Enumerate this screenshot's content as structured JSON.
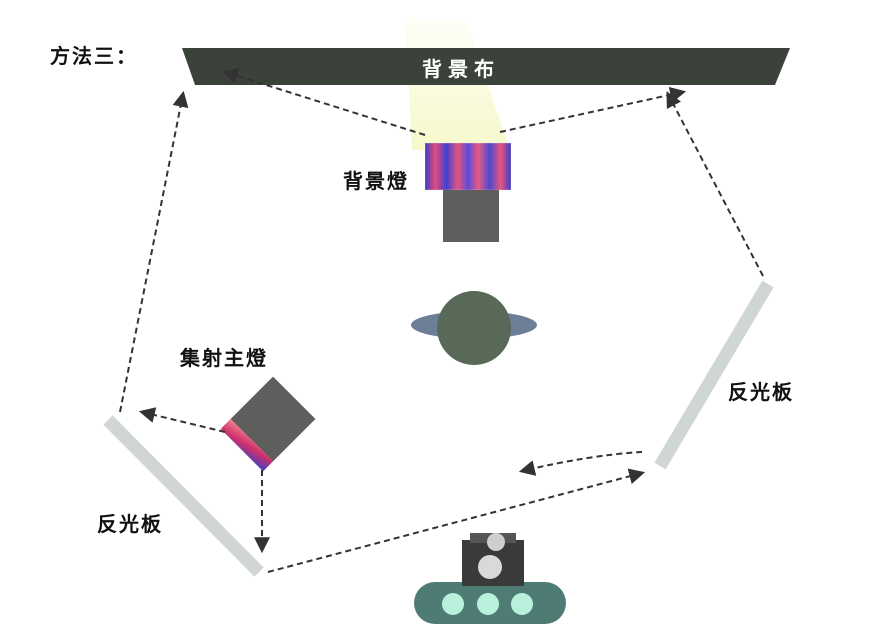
{
  "title": "方法三：",
  "labels": {
    "backdrop": "背景布",
    "background_light": "背景燈",
    "key_light": "集射主燈",
    "reflector_right": "反光板",
    "reflector_left": "反光板"
  },
  "colors": {
    "backdrop": "#3b4239",
    "subject": "#586a57",
    "subject_ring": "#6d7f97",
    "light_body": "#5e5f5c",
    "reflector": "#cfd6d4",
    "camera_base": "#4e7b73",
    "camera_lens": "#b8f0dc",
    "beam": "#f4f7c4",
    "arrow": "#333333"
  }
}
